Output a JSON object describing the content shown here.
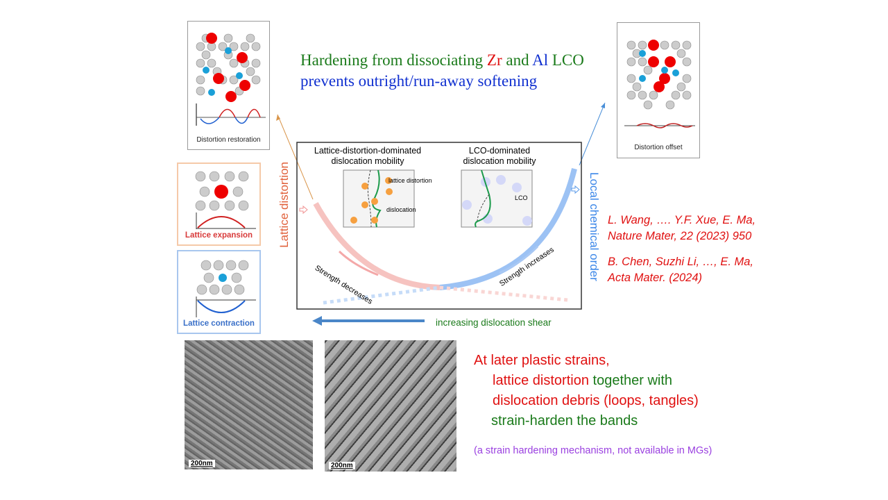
{
  "title": {
    "line1_a": "Hardening from dissociating ",
    "zr": "Zr",
    "line1_b": " and ",
    "al": "Al",
    "line1_c": " LCO",
    "line2": "prevents outright/run-away softening"
  },
  "panels": {
    "restoration": "Distortion restoration",
    "offset": "Distortion offset",
    "expansion": "Lattice expansion",
    "contraction": "Lattice contraction"
  },
  "diagram": {
    "left_heading": [
      "Lattice-distortion-dominated",
      "dislocation mobility"
    ],
    "right_heading": [
      "LCO-dominated",
      "dislocation mobility"
    ],
    "lattice_distortion_label": "lattice distortion",
    "dislocation_label": "dislocation",
    "lco_label": "LCO",
    "strength_decreases": "Strength decreases",
    "strength_increases": "Strength increases",
    "left_axis": "Lattice distortion",
    "right_axis": "Local chemical order",
    "shear_label": "increasing dislocation shear"
  },
  "references": [
    "L. Wang, …. Y.F. Xue, E. Ma,",
    "Nature Mater, 22 (2023) 950",
    "B. Chen, Suzhi Li, …, E. Ma,",
    "Acta Mater. (2024)"
  ],
  "notes": {
    "l1": "At later plastic strains,",
    "l2a": "lattice distortion",
    "l2b": " together with",
    "l3": "dislocation debris (loops, tangles)",
    "l4": "strain-harden the bands",
    "l5": "(a strain hardening mechanism, not available in MGs)"
  },
  "tem": {
    "scale1": "200nm",
    "scale2": "200nm"
  }
}
